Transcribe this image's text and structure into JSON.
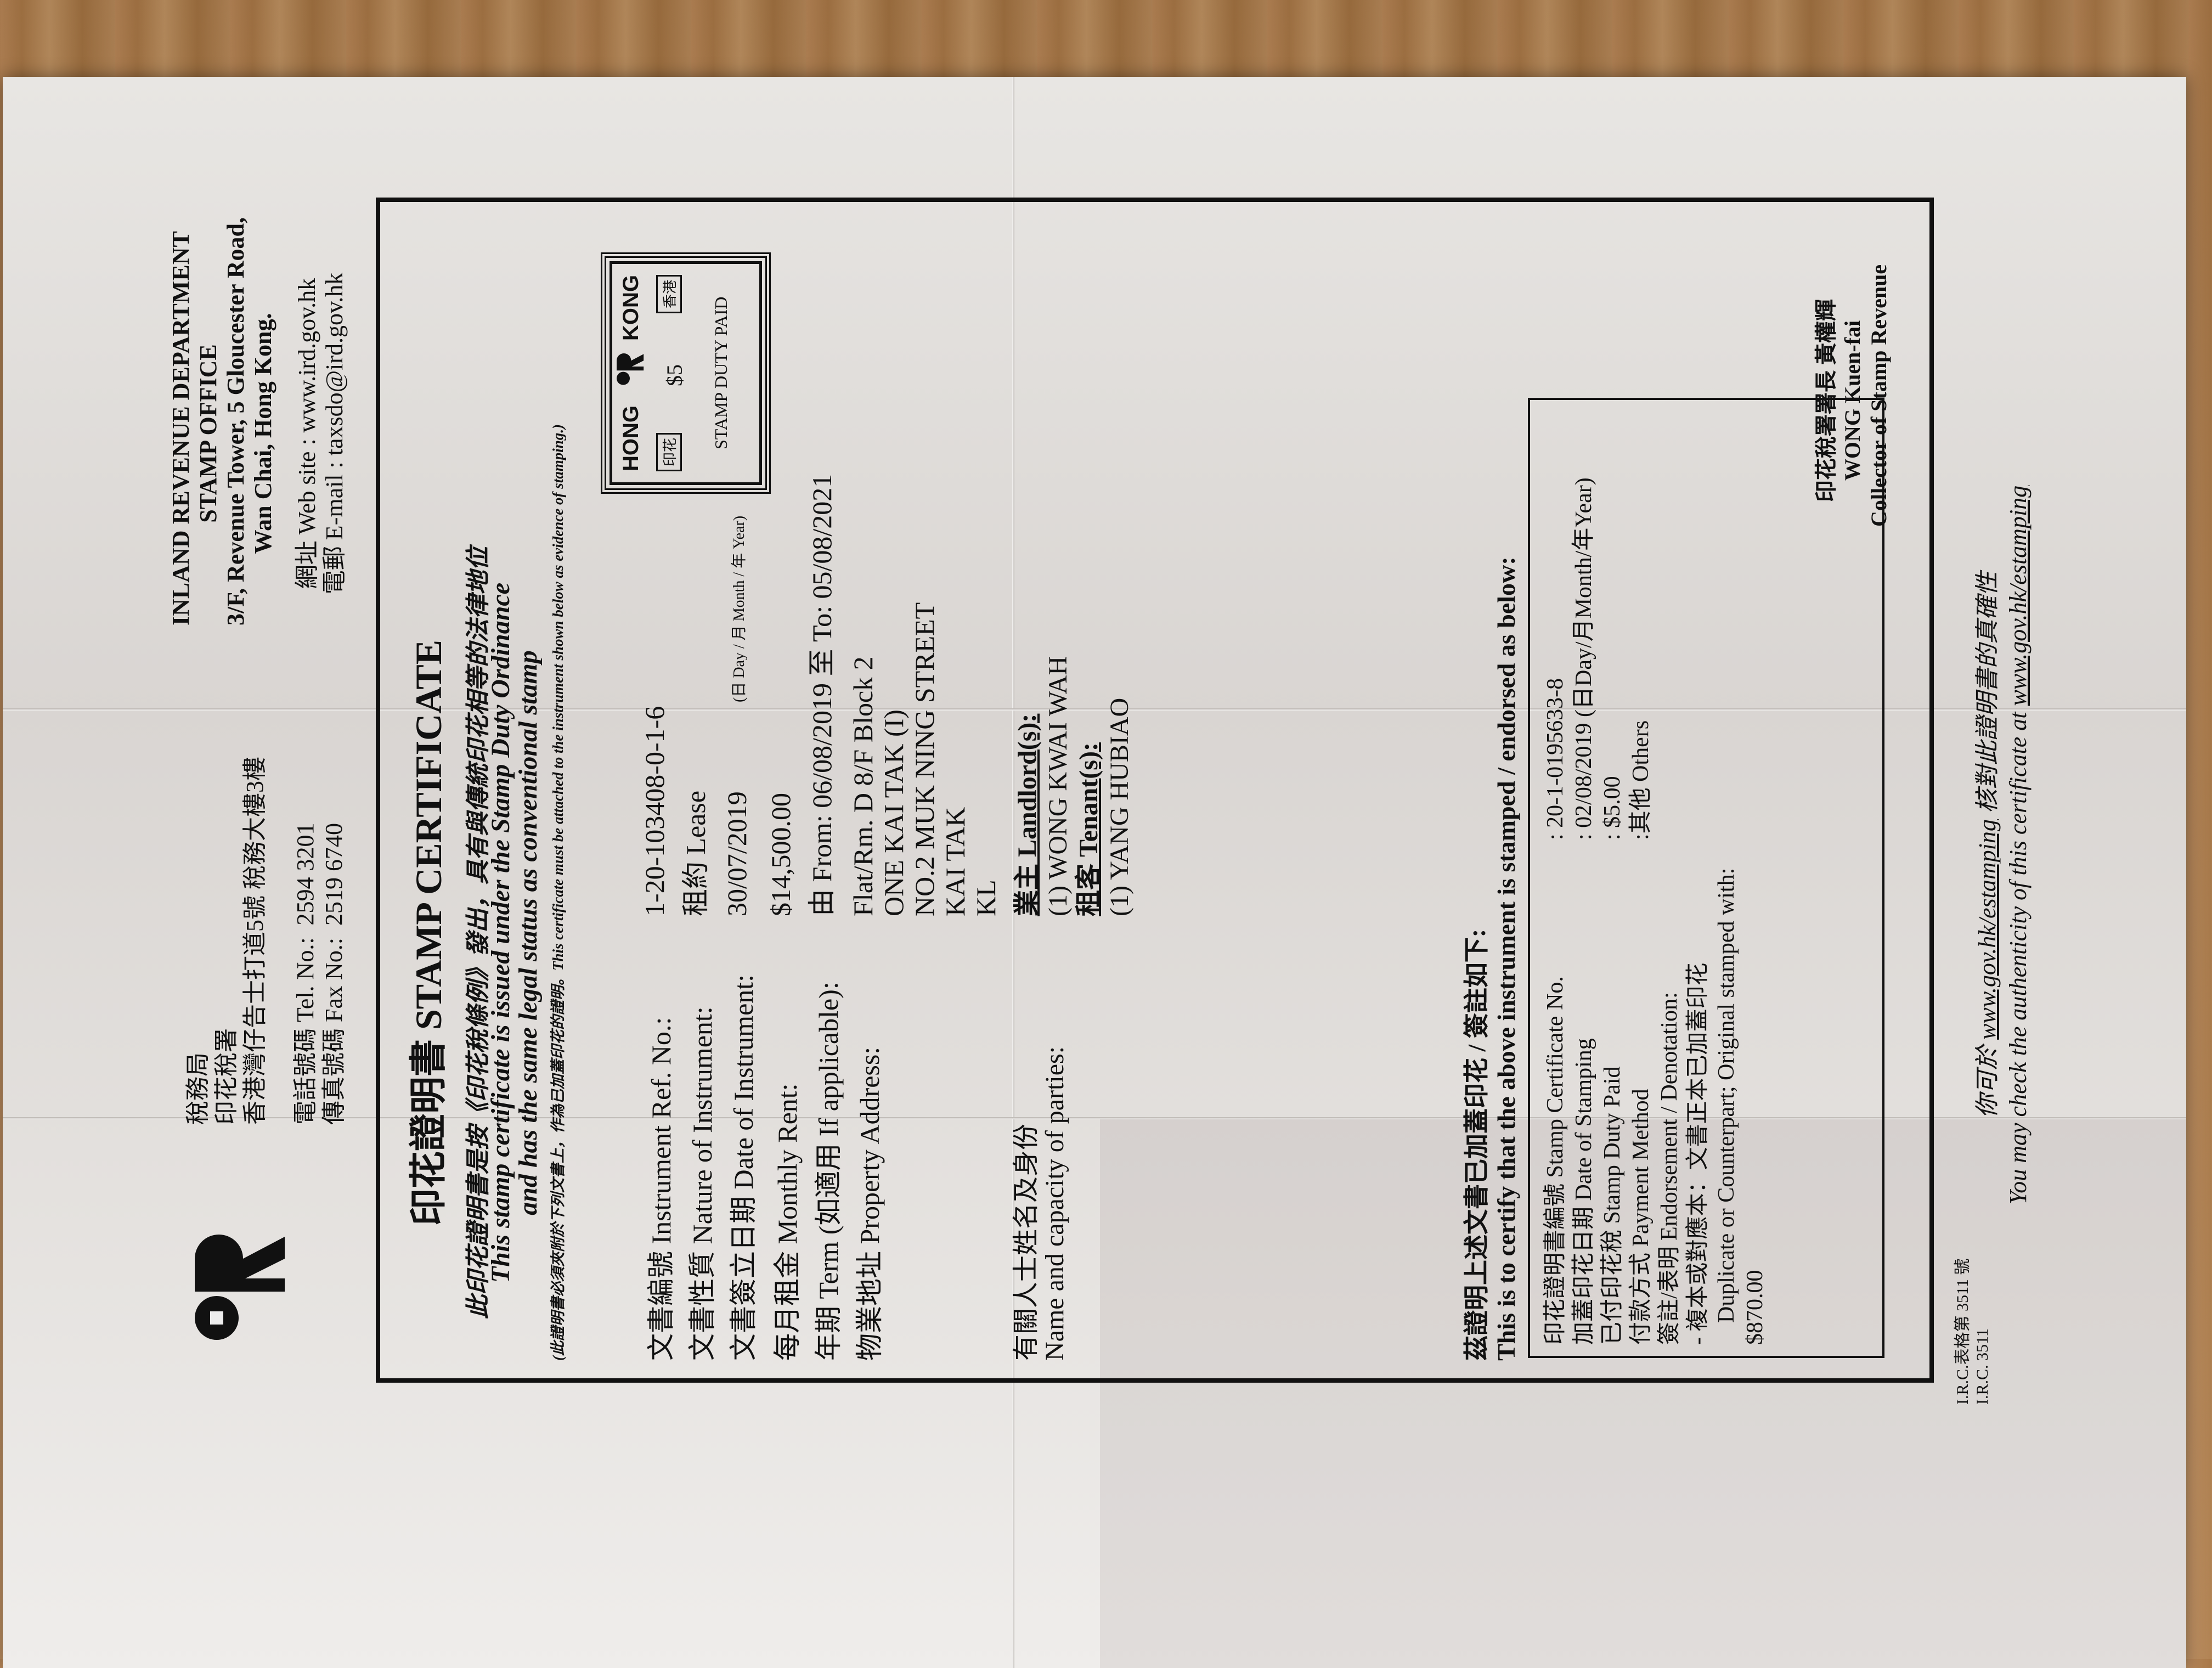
{
  "header": {
    "zh_lines": [
      "稅務局",
      "印花稅署",
      "香港灣仔告士打道5號  稅務大樓3樓"
    ],
    "tel_label": "電話號碼 Tel. No.:",
    "tel": "2594 3201",
    "fax_label": "傳真號碼 Fax No.:",
    "fax": "2519 6740",
    "en_org": "INLAND REVENUE DEPARTMENT",
    "en_office": "STAMP OFFICE",
    "en_addr1": "3/F, Revenue Tower, 5 Gloucester Road,",
    "en_addr2": "Wan Chai, Hong Kong.",
    "web": "網址  Web site : www.ird.gov.hk",
    "email": "電郵  E-mail : taxsdo@ird.gov.hk"
  },
  "certificate": {
    "title": "印花證明書  STAMP CERTIFICATE",
    "sub_zh": "此印花證明書是按《印花稅條例》發出，具有與傳統印花相等的法律地位",
    "sub_en1": "This stamp certificate is issued under the Stamp Duty Ordinance",
    "sub_en2": "and has the same legal status as conventional stamp",
    "notice": "(此證明書必須夾附於下列文書上，作為已加蓋印花的證明。This certificate must be attached to the instrument shown below as evidence of stamping.)"
  },
  "stamp": {
    "left": "HONG",
    "right": "KONG",
    "amount": "$5",
    "label": "STAMP DUTY PAID",
    "seal_left": "印花",
    "seal_right": "香港"
  },
  "fields": [
    {
      "label": "文書編號 Instrument Ref. No.:",
      "value": "1-20-103408-0-1-6"
    },
    {
      "label": "文書性質 Nature of Instrument:",
      "value": "租約 Lease"
    },
    {
      "label": "文書簽立日期 Date of Instrument:",
      "value": "30/07/2019",
      "hint": "(日 Day / 月 Month / 年 Year)"
    },
    {
      "label": "每月租金 Monthly Rent:",
      "value": "$14,500.00"
    },
    {
      "label": "年期 Term (如適用 If applicable):",
      "value": "由 From: 06/08/2019 至 To: 05/08/2021"
    },
    {
      "label": "物業地址 Property Address:",
      "value": "Flat/Rm. D 8/F Block 2",
      "value2": "ONE KAI TAK (I)",
      "value3": "NO.2 MUK NING STREET",
      "value4": "KAI TAK",
      "value5": "KL"
    }
  ],
  "parties": {
    "label_zh": "有關人士姓名及身份",
    "label_en": "Name and capacity of parties:",
    "landlord_label": "業主 Landlord(s):",
    "landlord": "(1)   WONG KWAI WAH",
    "tenant_label": "租客 Tenant(s):",
    "tenant": "(1)   YANG HUBIAO"
  },
  "certify": {
    "zh": "茲證明上述文書已加蓋印花 / 簽註如下:",
    "en": "This is to certify that the above instrument is stamped / endorsed as below:",
    "rows": [
      {
        "label": "印花證明書編號 Stamp Certificate No.",
        "value": ": 20-1-0195633-8"
      },
      {
        "label": "加蓋印花日期 Date of Stamping",
        "value": ": 02/08/2019 (日Day/月Month/年Year)"
      },
      {
        "label": "已付印花稅 Stamp Duty Paid",
        "value": ": $5.00"
      },
      {
        "label": "付款方式 Payment Method",
        "value": ":其他 Others"
      }
    ],
    "endorse_label": "簽註/表明 Endorsement / Denotation:",
    "endorse_zh": "-  複本或對應本：文書正本已加蓋印花",
    "endorse_en": "Duplicate or  Counterpart; Original stamped with:",
    "endorse_amt": "$870.00"
  },
  "signature": {
    "zh": "印花稅署署長   黃權輝",
    "name": "WONG Kuen-fai",
    "title": "Collector of Stamp Revenue"
  },
  "footer": {
    "form_zh": "I.R.C.表格第 3511 號",
    "form_en": "I.R.C. 3511",
    "check_zh_pre": "你可於",
    "url": "www.gov.hk/estamping",
    "check_zh_post": "核對此證明書的真確性",
    "check_en_pre": "You may check the authenticity of this certificate at",
    "url2": "www.gov.hk/estamping"
  }
}
